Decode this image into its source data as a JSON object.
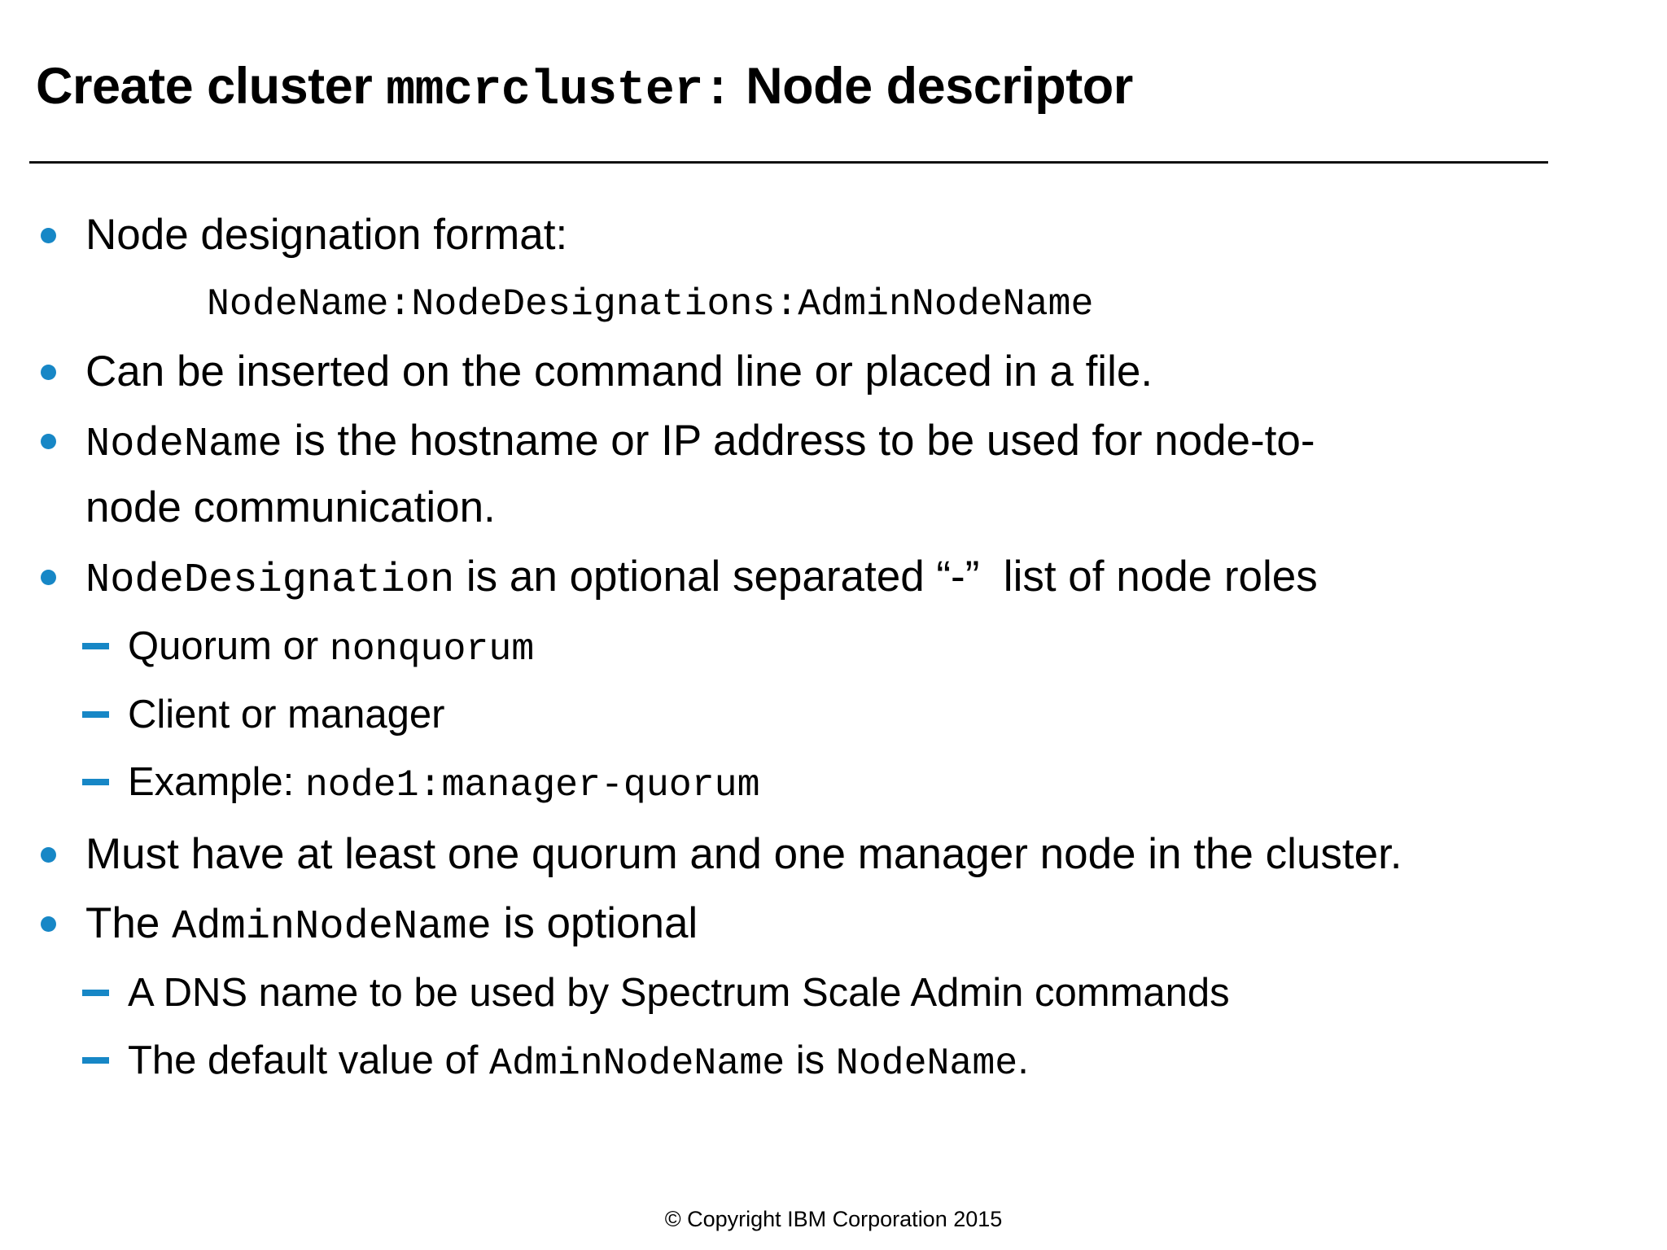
{
  "slide": {
    "colors": {
      "background": "#FFFFFF",
      "text": "#000000",
      "bullet_blue": "#1787C6",
      "rule": "#111111"
    },
    "title": {
      "segments": [
        {
          "t": "Create cluster ",
          "mono": false
        },
        {
          "t": "mmcrcluster:",
          "mono": true
        },
        {
          "t": " Node descriptor",
          "mono": false
        }
      ]
    },
    "items": [
      {
        "level": 1,
        "type": "bullet",
        "lines": [
          [
            {
              "t": "Node designation format:",
              "mono": false
            }
          ]
        ]
      },
      {
        "level": 0,
        "type": "code",
        "lines": [
          [
            {
              "t": "NodeName:NodeDesignations:AdminNodeName",
              "mono": true
            }
          ]
        ]
      },
      {
        "level": 1,
        "type": "bullet",
        "lines": [
          [
            {
              "t": "Can be inserted on the command line or placed in a file.",
              "mono": false
            }
          ]
        ]
      },
      {
        "level": 1,
        "type": "bullet",
        "lines": [
          [
            {
              "t": "NodeName",
              "mono": true
            },
            {
              "t": " is the hostname or IP address to be used for node-to-",
              "mono": false
            }
          ],
          [
            {
              "t": "node communication.",
              "mono": false
            }
          ]
        ]
      },
      {
        "level": 1,
        "type": "bullet",
        "lines": [
          [
            {
              "t": "NodeDesignation",
              "mono": true
            },
            {
              "t": " is an optional separated “-”  list of node roles",
              "mono": false
            }
          ]
        ]
      },
      {
        "level": 2,
        "type": "dash",
        "lines": [
          [
            {
              "t": "Quorum or ",
              "mono": false
            },
            {
              "t": "nonquorum",
              "mono": true
            }
          ]
        ]
      },
      {
        "level": 2,
        "type": "dash",
        "lines": [
          [
            {
              "t": "Client or manager",
              "mono": false
            }
          ]
        ]
      },
      {
        "level": 2,
        "type": "dash",
        "lines": [
          [
            {
              "t": "Example: ",
              "mono": false
            },
            {
              "t": "node1:manager-quorum",
              "mono": true
            }
          ]
        ]
      },
      {
        "level": 1,
        "type": "bullet",
        "lines": [
          [
            {
              "t": "Must have at least one quorum and one manager node in the cluster.",
              "mono": false
            }
          ]
        ]
      },
      {
        "level": 1,
        "type": "bullet",
        "lines": [
          [
            {
              "t": "The ",
              "mono": false
            },
            {
              "t": "AdminNodeName",
              "mono": true
            },
            {
              "t": " is optional",
              "mono": false
            }
          ]
        ]
      },
      {
        "level": 2,
        "type": "dash",
        "lines": [
          [
            {
              "t": "A DNS name to be used by Spectrum Scale Admin commands",
              "mono": false
            }
          ]
        ]
      },
      {
        "level": 2,
        "type": "dash",
        "lines": [
          [
            {
              "t": "The default value of ",
              "mono": false
            },
            {
              "t": "AdminNodeName",
              "mono": true
            },
            {
              "t": " is ",
              "mono": false
            },
            {
              "t": "NodeName",
              "mono": true
            },
            {
              "t": ".",
              "mono": false
            }
          ]
        ]
      }
    ],
    "footer": {
      "text": "© Copyright IBM Corporation 2015"
    }
  }
}
